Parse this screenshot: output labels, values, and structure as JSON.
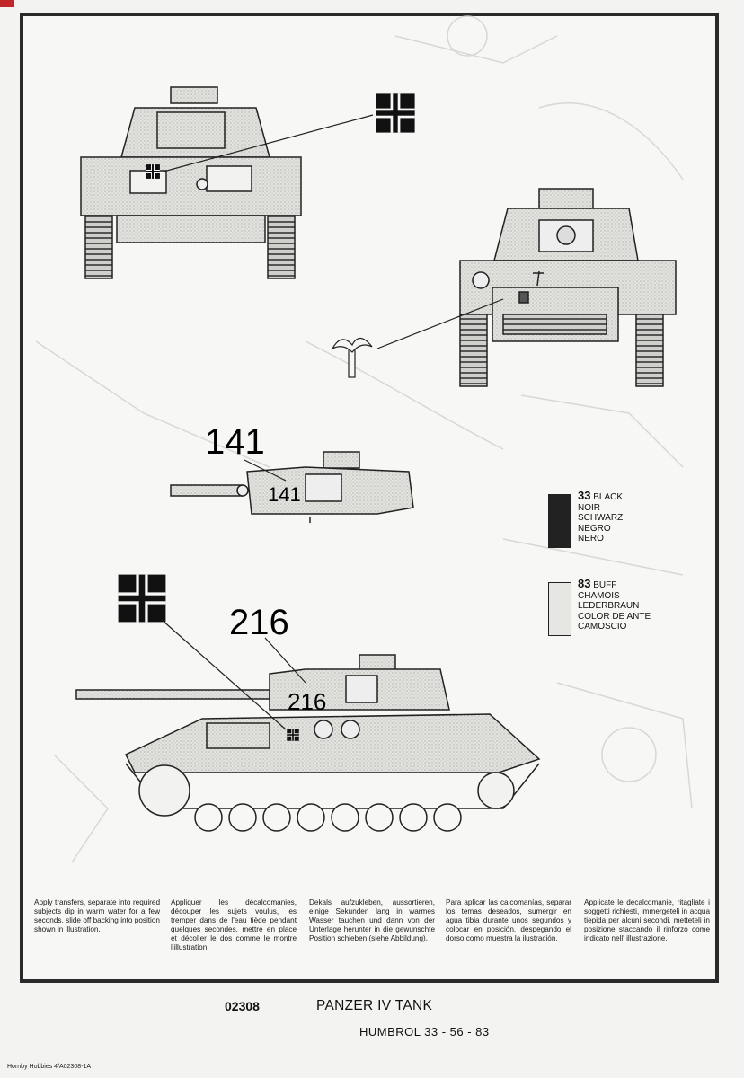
{
  "decals": {
    "number_small": "141",
    "number_large": "216"
  },
  "legend": [
    {
      "code": "33",
      "names": [
        "BLACK",
        "NOIR",
        "SCHWARZ",
        "NEGRO",
        "NERO"
      ],
      "color": "#222222"
    },
    {
      "code": "83",
      "names": [
        "BUFF",
        "CHAMOIS",
        "LEDERBRAUN",
        "COLOR DE ANTE",
        "CAMOSCIO"
      ],
      "color": "#e6e6e2"
    }
  ],
  "instructions": [
    "Apply transfers, separate into required subjects dip in warm water for a few seconds, slide off backing into position shown in illustration.",
    "Appliquer les décalcomanies, découper les sujets voulus, les tremper dans de l'eau tiède pendant quelques secondes, mettre en place et décoller le dos comme le montre l'illustration.",
    "Dekals aufzukleben, aussortieren, einige Sekunden lang in warmes Wasser tauchen und dann von der Unterlage herunter in die gewunschte Position schieben (siehe Abbildung).",
    "Para aplicar las calcomanías, separar los temas deseados, sumergir en agua tibia durante unos segundos y colocar en posición, despegando el dorso como muestra la ilustración.",
    "Applicate le decalcomanie, ritagliate i soggetti richiesti, immergeteli in acqua tiepida per alcuni secondi, metteteli in posizione staccando il rinforzo come indicato nell' illustrazione."
  ],
  "product": {
    "code": "02308",
    "title": "PANZER IV TANK",
    "paints": "HUMBROL  33 - 56 - 83"
  },
  "footer": "Hornby Hobbies 4/A02308-1A"
}
